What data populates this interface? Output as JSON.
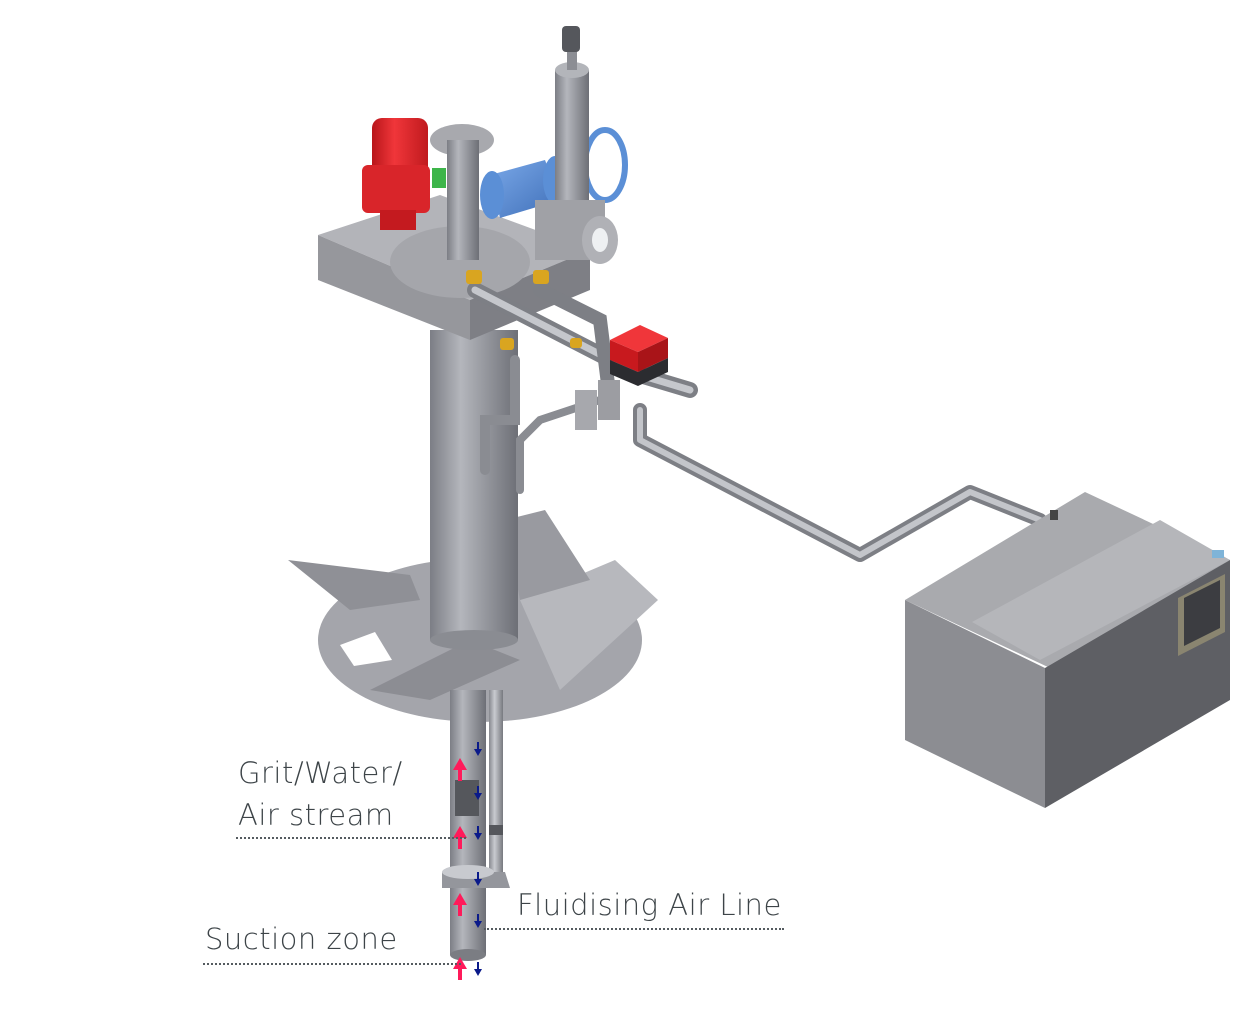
{
  "diagram": {
    "type": "equipment-illustration",
    "subject": "Grit pump / air-lift extraction unit with blower enclosure",
    "callouts": [
      {
        "id": "grit-water-air",
        "lines": [
          "Grit/Water/",
          "Air stream"
        ]
      },
      {
        "id": "fluidising-air",
        "lines": [
          "Fluidising Air Line"
        ]
      },
      {
        "id": "suction",
        "lines": [
          "Suction zone"
        ]
      }
    ],
    "flow_indicators": {
      "up_arrow_color": "#ff1a5a",
      "down_arrow_color": "#0a1a8a",
      "up_meaning": "Grit/Water/Air stream rising",
      "down_meaning": "Fluidising air descending"
    },
    "components": [
      "red-geared-motor",
      "blue-gate-valve-with-handwheel",
      "vertical-actuator",
      "red-electric-actuator-valve",
      "brass-ball-valves",
      "square-top-housing",
      "central-column",
      "rotating-scraper-disc",
      "riser-pipe",
      "air-line-pipe",
      "blower-enclosure"
    ],
    "colors": {
      "steel": "#9a9ca3",
      "steel_dark": "#6f7177",
      "motor_red": "#e0262a",
      "valve_blue": "#5b8fd6",
      "brass": "#d9a520",
      "text": "#3d4448"
    }
  }
}
